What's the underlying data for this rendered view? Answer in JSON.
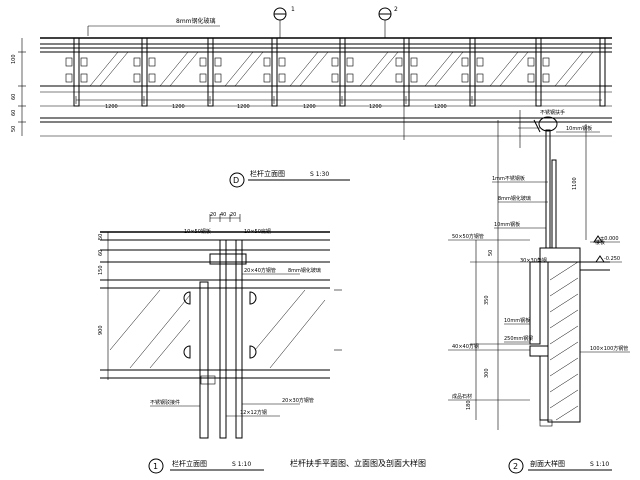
{
  "sheet": {
    "caption": "栏杆扶手平面图、立面图及剖面大样图"
  },
  "views": {
    "elevation_top": {
      "number": "D",
      "title": "栏杆立面图",
      "scale": "S 1:30",
      "callout_tag": "8mm钢化玻璃",
      "bubble_1": "1",
      "bubble_2": "2",
      "dims_vertical": [
        "100",
        "60",
        "60",
        "50"
      ],
      "bay_labels": [
        "1200",
        "1200",
        "1200",
        "1200",
        "1200",
        "1200"
      ]
    },
    "detail_1": {
      "number": "1",
      "title": "栏杆立面图",
      "scale": "S 1:10",
      "top_dims": [
        "20",
        "40",
        "20"
      ],
      "notes": [
        "10×50钢板",
        "10×50扁钢",
        "20×40方钢管",
        "8mm钢化玻璃",
        "不锈钢驳接件",
        "12×12方钢",
        "20×30方钢管"
      ],
      "dims_vertical": [
        "50",
        "60",
        "150",
        "900"
      ]
    },
    "detail_2": {
      "number": "2",
      "title": "剖面大样图",
      "scale": "S 1:10",
      "notes": [
        "不锈钢扶手",
        "10mm钢板",
        "1mm不锈钢板",
        "8mm钢化玻璃",
        "10mm钢板",
        "30×30角钢",
        "100×100方钢管",
        "10mm钢板",
        "250mm钢梁",
        "40×40方钢",
        "成品石材",
        "50×50方钢管",
        "楼板"
      ],
      "dims_vertical": [
        "1100",
        "50",
        "350",
        "300",
        "180"
      ],
      "level_labels": [
        "±0.000",
        "-0.250"
      ]
    }
  }
}
